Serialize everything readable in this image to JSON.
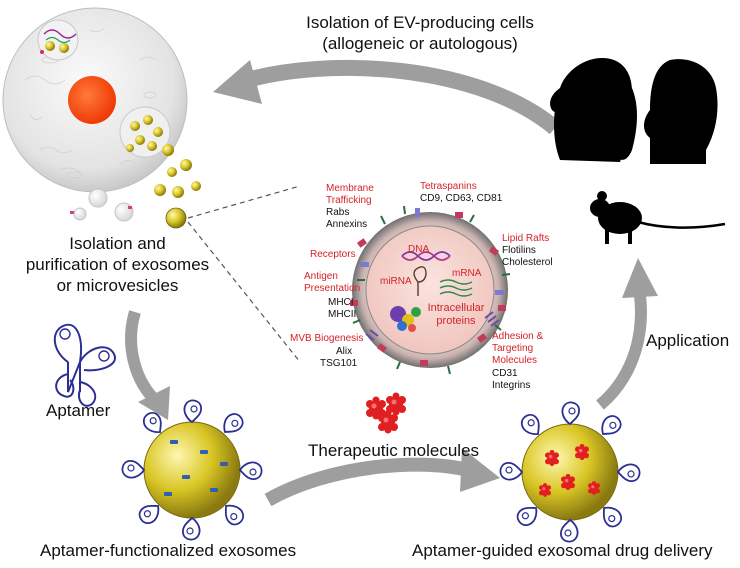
{
  "colors": {
    "red_label": "#d4232a",
    "arrow_gray": "#9e9e9e",
    "aptamer_blue": "#2b2f95",
    "exosome_yellow": "#d9c625",
    "nucleus_orange": "#ff4a10",
    "drug_red": "#e02020"
  },
  "icons": [
    "human-head-silhouette",
    "mouse-silhouette",
    "cell",
    "exosome",
    "aptamer",
    "drug-molecule"
  ],
  "labels": {
    "isolation_cells_line1": "Isolation of EV-producing cells",
    "isolation_cells_line2": "(allogeneic or autologous)",
    "purification_line1": "Isolation and",
    "purification_line2": "purification of exosomes",
    "purification_line3": "or microvesicles",
    "aptamer": "Aptamer",
    "therapeutic": "Therapeutic molecules",
    "application": "Application",
    "functionalized": "Aptamer-functionalized exosomes",
    "delivery": "Aptamer-guided exosomal drug delivery"
  },
  "exosome_detail": {
    "membrane_trafficking_line1": "Membrane",
    "membrane_trafficking_line2": "Trafficking",
    "rabs": "Rabs",
    "annexins": "Annexins",
    "tetraspanins": "Tetraspanins",
    "tetraspanin_list": "CD9, CD63, CD81",
    "lipid_rafts": "Lipid Rafts",
    "flotilins": "Flotilins",
    "cholesterol": "Cholesterol",
    "receptors": "Receptors",
    "antigen_line1": "Antigen",
    "antigen_line2": "Presentation",
    "mhci": "MHCI",
    "mhcii": "MHCII",
    "mvb": "MVB Biogenesis",
    "alix": "Alix",
    "tsg101": "TSG101",
    "adhesion_line1": "Adhesion &",
    "adhesion_line2": "Targeting",
    "adhesion_line3": "Molecules",
    "cd31": "CD31",
    "integrins": "Integrins",
    "dna": "DNA",
    "mirna": "miRNA",
    "mrna": "mRNA",
    "intracellular_line1": "Intracellular",
    "intracellular_line2": "proteins"
  }
}
